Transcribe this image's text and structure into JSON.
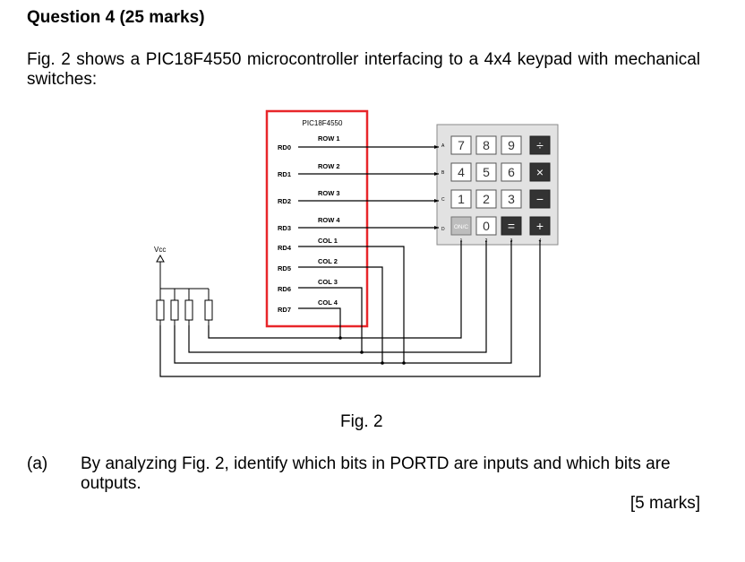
{
  "question": {
    "heading": "Question 4 (25 marks)"
  },
  "intro": "Fig. 2 shows a PIC18F4550 microcontroller interfacing to a 4x4 keypad with mechanical switches:",
  "figure": {
    "chip_name": "PIC18F4550",
    "pins": [
      "RD0",
      "RD1",
      "RD2",
      "RD3",
      "RD4",
      "RD5",
      "RD6",
      "RD7"
    ],
    "signals": [
      "ROW 1",
      "ROW 2",
      "ROW 3",
      "ROW 4",
      "COL 1",
      "COL 2",
      "COL 3",
      "COL 4"
    ],
    "vcc_label": "Vcc",
    "row_letters": [
      "A",
      "B",
      "C",
      "D"
    ],
    "col_numbers": [
      "1",
      "2",
      "3",
      "4"
    ],
    "keys": [
      "7",
      "8",
      "9",
      "÷",
      "4",
      "5",
      "6",
      "×",
      "1",
      "2",
      "3",
      "−",
      "ON/C",
      "0",
      "=",
      "+"
    ],
    "caption": "Fig. 2",
    "highlight_color": "#e8262a"
  },
  "part_a": {
    "label": "(a)",
    "text": "By analyzing Fig. 2, identify which bits in PORTD are inputs and which bits are outputs.",
    "marks": "[5 marks]"
  }
}
